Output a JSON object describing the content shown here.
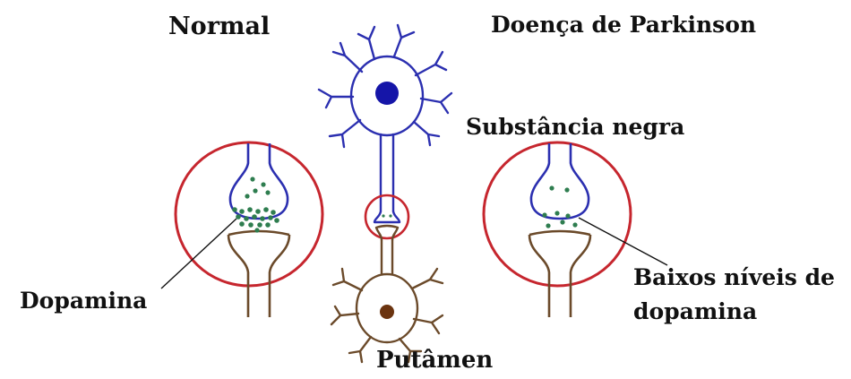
{
  "labels": {
    "normal": "Normal",
    "parkinson": "Doença de Parkinson",
    "substancia_negra": "Substância negra",
    "dopamina": "Dopamina",
    "baixos_niveis_line1": "Baixos níveis de",
    "baixos_niveis_line2": "dopamina",
    "putamen": "Putâmen"
  },
  "colors": {
    "circle": "#c6262e",
    "presynaptic_neuron": "#2b2fb0",
    "nucleus_blue": "#1515a8",
    "postsynaptic_neuron": "#6b4a2a",
    "nucleus_brown": "#6b3410",
    "dopamine_dot": "#2e7d4f",
    "label_text": "#111111"
  },
  "icons": {
    "presynaptic": "dopaminergic-neuron-icon",
    "postsynaptic": "striatal-neuron-icon"
  }
}
